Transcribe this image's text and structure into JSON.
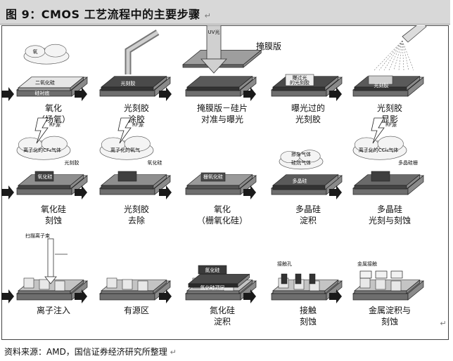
{
  "figure": {
    "title": "图 9：CMOS 工艺流程中的主要步骤",
    "return_mark": "↵",
    "source": "资料来源：AMD，国信证券经济研究所整理",
    "corner_mark": "↵"
  },
  "steps": [
    {
      "caption": [
        "氧化",
        "（场氧）"
      ],
      "labels": [
        "氧",
        "二氧化硅",
        "硅衬底"
      ]
    },
    {
      "caption": [
        "光刻胶",
        "涂胶"
      ],
      "labels": [
        "光刻胶"
      ]
    },
    {
      "caption": [
        "掩膜版－硅片",
        "对准与曝光"
      ],
      "labels": [
        "UV光",
        "掩膜版"
      ]
    },
    {
      "caption": [
        "曝光过的",
        "光刻胶"
      ],
      "labels": [
        "曝过光",
        "的光刻胶"
      ]
    },
    {
      "caption": [
        "光刻胶",
        "显影"
      ],
      "labels": [
        "光刻胶"
      ]
    },
    {
      "caption": [
        "氧化硅",
        "刻蚀"
      ],
      "labels": [
        "RF源",
        "离子化的CF₄气体",
        "光刻胶",
        "氧化硅"
      ]
    },
    {
      "caption": [
        "光刻胶",
        "去除"
      ],
      "labels": [
        "RF源",
        "离子化的氧气",
        "氧化硅"
      ]
    },
    {
      "caption": [
        "氧化",
        "（栅氧化硅）"
      ],
      "labels": [
        "栅氧化硅"
      ]
    },
    {
      "caption": [
        "多晶硅",
        "淀积"
      ],
      "labels": [
        "掺杂气体",
        "硅烷气体",
        "多晶硅"
      ]
    },
    {
      "caption": [
        "多晶硅",
        "光刻与刻蚀"
      ],
      "labels": [
        "RF源",
        "离子化的CCl₄气体",
        "多晶硅栅"
      ]
    },
    {
      "caption": [
        "离子注入"
      ],
      "labels": [
        "扫描离子束"
      ]
    },
    {
      "caption": [
        "有源区"
      ],
      "labels": []
    },
    {
      "caption": [
        "氮化硅",
        "淀积"
      ],
      "labels": [
        "氮化硅",
        "氮化硅顶层"
      ]
    },
    {
      "caption": [
        "接触",
        "刻蚀"
      ],
      "labels": [
        "接触孔"
      ]
    },
    {
      "caption": [
        "金属淀积与",
        "刻蚀"
      ],
      "labels": [
        "金属接触"
      ]
    }
  ]
}
